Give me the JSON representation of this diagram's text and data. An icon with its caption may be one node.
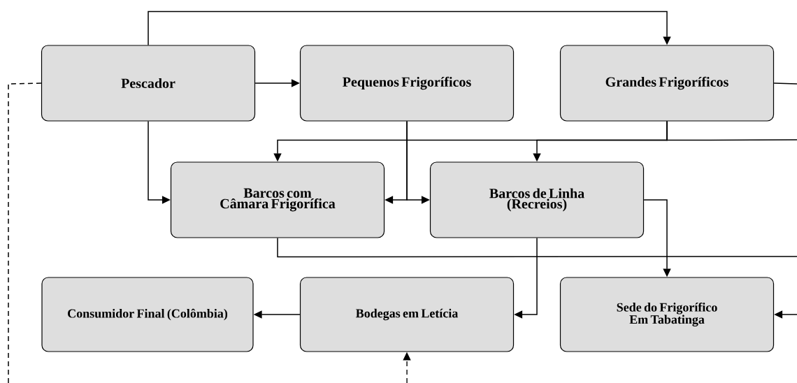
{
  "diagram": {
    "nodes": [
      {
        "text": [
          "Pescador"
        ]
      },
      {
        "text": [
          "Pequenos Frigoríficos"
        ]
      },
      {
        "text": [
          "Grandes Frigoríficos"
        ]
      },
      {
        "text": [
          "Barcos com Câmara Frigorífica"
        ]
      },
      {
        "text": [
          "Barcos de Linha (Recreios)"
        ]
      },
      {
        "text": [
          "Consumidor Final (Colômbia)"
        ]
      },
      {
        "text": [
          "Bodegas em Letícia"
        ]
      },
      {
        "text": [
          "Sede do Frigorífico Em Tabatinga"
        ]
      }
    ],
    "edges": [
      {
        "from": 0,
        "to": 1,
        "arrow": "to"
      },
      {
        "from": 0,
        "to": 2,
        "arrow": "to"
      },
      {
        "from": 0,
        "to": 3,
        "arrow": "to"
      },
      {
        "from": 1,
        "to": 3,
        "arrow": "to"
      },
      {
        "from": 1,
        "to": 4,
        "arrow": "to"
      },
      {
        "from": 2,
        "to": 3,
        "arrow": "to"
      },
      {
        "from": 2,
        "to": 4,
        "arrow": "to"
      },
      {
        "from": 2,
        "to": null,
        "arrow": "none"
      },
      {
        "from": 2,
        "to": null,
        "arrow": "none"
      },
      {
        "from": 4,
        "to": 7,
        "arrow": "to"
      },
      {
        "from": 4,
        "to": 6,
        "arrow": "to"
      },
      {
        "from": 3,
        "to": null,
        "arrow": "none"
      },
      {
        "from": 6,
        "to": 5,
        "arrow": "to"
      },
      {
        "from": null,
        "to": 7,
        "arrow": "to"
      },
      {
        "from": 0,
        "to": null,
        "arrow": "none",
        "style": "dashed"
      },
      {
        "from": null,
        "to": 6,
        "arrow": "to",
        "style": "dashed"
      }
    ]
  }
}
